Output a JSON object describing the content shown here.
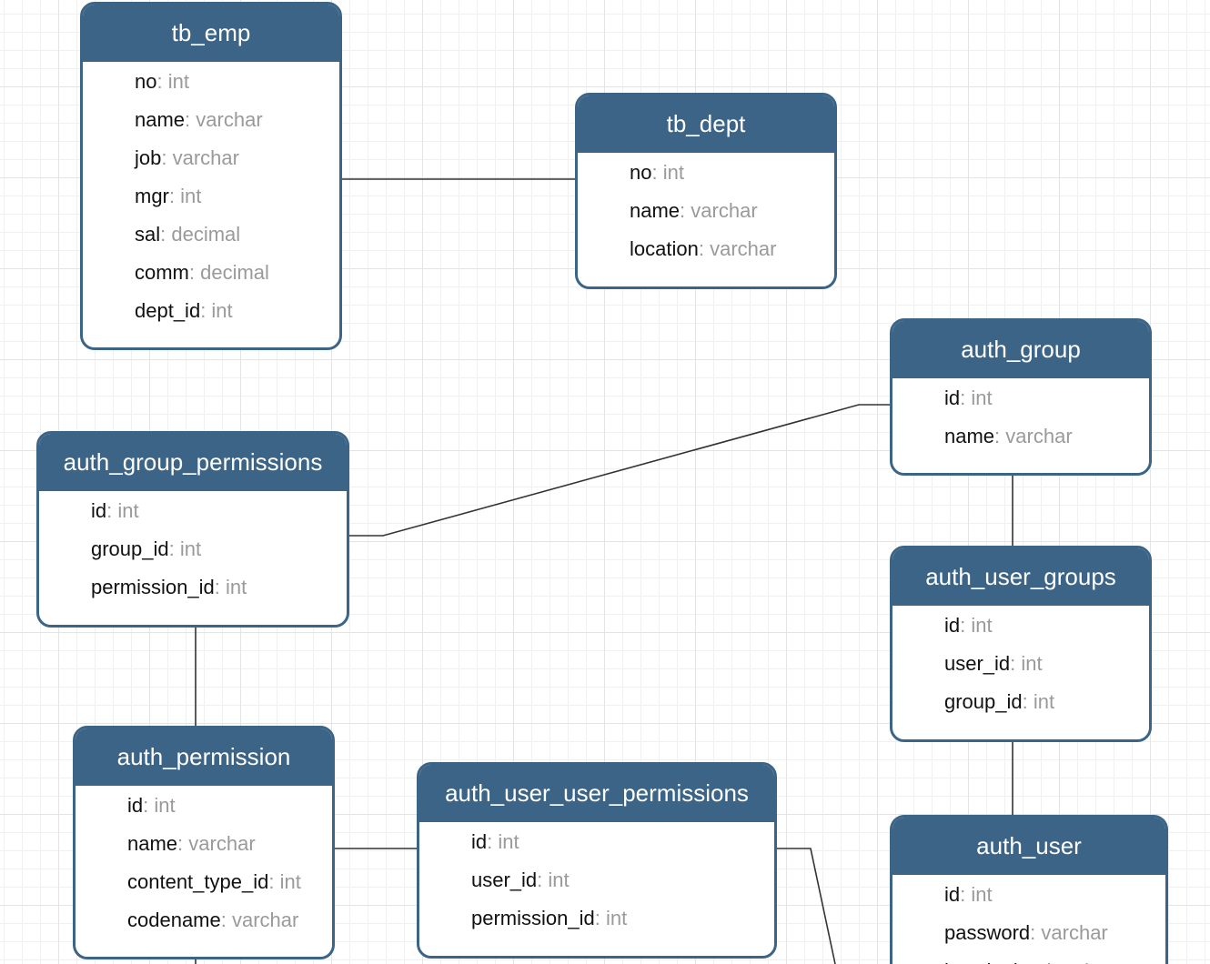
{
  "colors": {
    "header": "#3b6486",
    "border": "#3b6486",
    "field_name": "#111111",
    "field_type": "#9a9a9a",
    "connector": "#333333"
  },
  "entities": {
    "tb_emp": {
      "title": "tb_emp",
      "fields": [
        {
          "name": "no",
          "type": "int"
        },
        {
          "name": "name",
          "type": "varchar"
        },
        {
          "name": "job",
          "type": "varchar"
        },
        {
          "name": "mgr",
          "type": "int"
        },
        {
          "name": "sal",
          "type": "decimal"
        },
        {
          "name": "comm",
          "type": "decimal"
        },
        {
          "name": "dept_id",
          "type": "int"
        }
      ]
    },
    "tb_dept": {
      "title": "tb_dept",
      "fields": [
        {
          "name": "no",
          "type": "int"
        },
        {
          "name": "name",
          "type": "varchar"
        },
        {
          "name": "location",
          "type": "varchar"
        }
      ]
    },
    "auth_group": {
      "title": "auth_group",
      "fields": [
        {
          "name": "id",
          "type": "int"
        },
        {
          "name": "name",
          "type": "varchar"
        }
      ]
    },
    "auth_group_permissions": {
      "title": "auth_group_permissions",
      "fields": [
        {
          "name": "id",
          "type": "int"
        },
        {
          "name": "group_id",
          "type": "int"
        },
        {
          "name": "permission_id",
          "type": "int"
        }
      ]
    },
    "auth_user_groups": {
      "title": "auth_user_groups",
      "fields": [
        {
          "name": "id",
          "type": "int"
        },
        {
          "name": "user_id",
          "type": "int"
        },
        {
          "name": "group_id",
          "type": "int"
        }
      ]
    },
    "auth_permission": {
      "title": "auth_permission",
      "fields": [
        {
          "name": "id",
          "type": "int"
        },
        {
          "name": "name",
          "type": "varchar"
        },
        {
          "name": "content_type_id",
          "type": "int"
        },
        {
          "name": "codename",
          "type": "varchar"
        }
      ]
    },
    "auth_user_user_permissions": {
      "title": "auth_user_user_permissions",
      "fields": [
        {
          "name": "id",
          "type": "int"
        },
        {
          "name": "user_id",
          "type": "int"
        },
        {
          "name": "permission_id",
          "type": "int"
        }
      ]
    },
    "auth_user": {
      "title": "auth_user",
      "fields": [
        {
          "name": "id",
          "type": "int"
        },
        {
          "name": "password",
          "type": "varchar"
        },
        {
          "name": "last_login",
          "type": "datetime"
        }
      ]
    }
  }
}
